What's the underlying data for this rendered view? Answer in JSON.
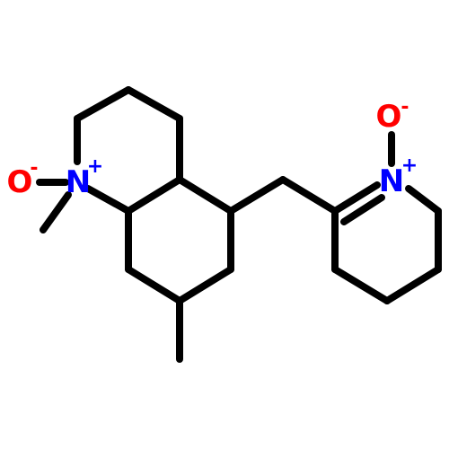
{
  "molecule": {
    "atoms": [
      {
        "id": "N1",
        "element": "N",
        "charge": "+",
        "color": "#0000ff"
      },
      {
        "id": "O1",
        "element": "O",
        "charge": "-",
        "color": "#ff0000"
      },
      {
        "id": "N2",
        "element": "N",
        "charge": "+",
        "color": "#0000ff"
      },
      {
        "id": "O2",
        "element": "O",
        "charge": "-",
        "color": "#ff0000"
      }
    ],
    "bond_color": "#000000"
  }
}
